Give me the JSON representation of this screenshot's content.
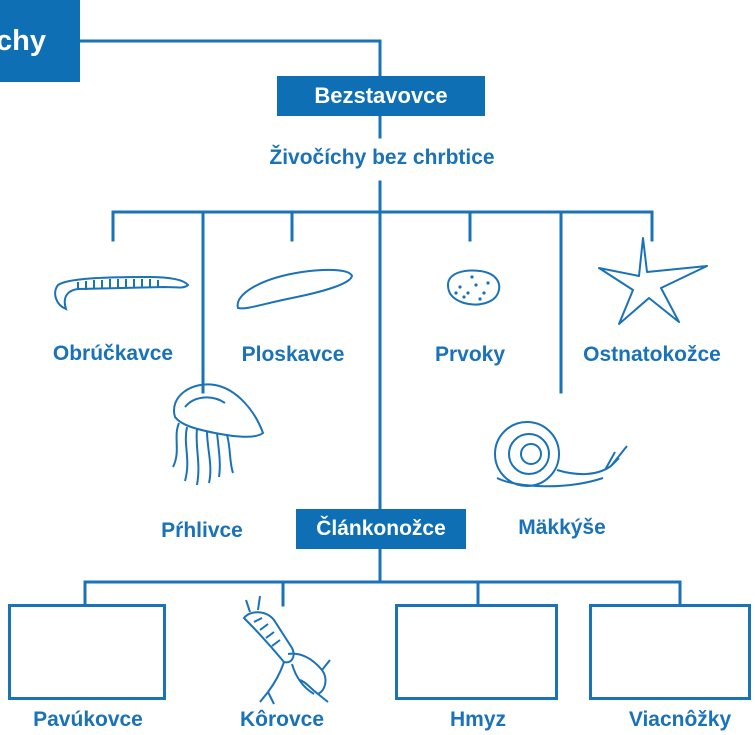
{
  "diagram": {
    "root_label": "chy",
    "main_box": "Bezstavovce",
    "subtitle": "Živočíchy bez chrbtice",
    "groups": {
      "obruckavce": "Obrúčkavce",
      "ploskavce": "Ploskavce",
      "prvoky": "Prvoky",
      "ostnatokozce": "Ostnatokožce",
      "prhlivce": "Pŕhlivce",
      "makkyse": "Mäkkýše",
      "clankonozce": "Článkonožce"
    },
    "arthropods": {
      "pavukovce": "Pavúkovce",
      "korovce": "Kôrovce",
      "hmyz": "Hmyz",
      "viacnozky": "Viacnôžky"
    },
    "colors": {
      "accent": "#0e6fb5",
      "line": "#1a72b8"
    },
    "icons": [
      "earthworm-icon",
      "flatworm-icon",
      "protozoan-icon",
      "starfish-icon",
      "jellyfish-icon",
      "snail-icon",
      "crayfish-icon"
    ]
  }
}
